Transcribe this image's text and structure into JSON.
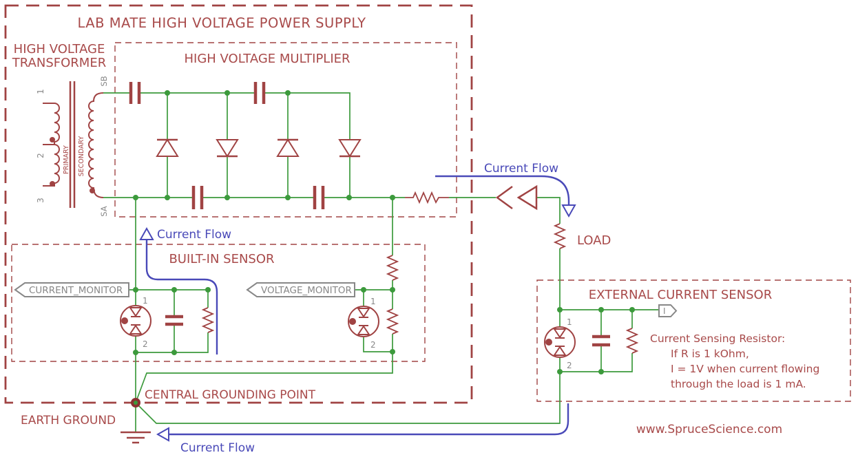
{
  "title": "LAB MATE HIGH VOLTAGE POWER SUPPLY",
  "website": "www.SpruceScience.com",
  "colors": {
    "maroon": "#a04343",
    "wire_green": "#3c9a3c",
    "blue": "#4949b8",
    "gray": "#878787"
  },
  "transformer": {
    "title_line1": "HIGH VOLTAGE",
    "title_line2": "TRANSFORMER",
    "primary_label": "PRIMARY",
    "secondary_label": "SECONDARY",
    "pin1": "1",
    "pin2": "2",
    "pin3": "3",
    "sec_pin_top": "SB",
    "sec_pin_bottom": "SA"
  },
  "multiplier": {
    "title": "HIGH VOLTAGE MULTIPLIER"
  },
  "built_in_sensor": {
    "title": "BUILT-IN SENSOR",
    "current_monitor": "CURRENT_MONITOR",
    "voltage_monitor": "VOLTAGE_MONITOR",
    "current_pin1": "1",
    "current_pin2": "2",
    "voltage_pin1": "1",
    "voltage_pin2": "2"
  },
  "external_sensor": {
    "title": "EXTERNAL CURRENT SENSOR",
    "output_tag": "I",
    "pin1": "1",
    "pin2": "2",
    "note_line1": "Current Sensing Resistor:",
    "note_line2": "If R is 1 kOhm,",
    "note_line3": "I = 1V when current flowing",
    "note_line4": "through the load is 1 mA."
  },
  "load": {
    "label": "LOAD"
  },
  "grounding": {
    "central_label": "CENTRAL GROUNDING POINT",
    "earth_label": "EARTH GROUND"
  },
  "annotations": {
    "current_flow_output": "Current Flow",
    "current_flow_sensor": "Current Flow",
    "current_flow_return": "Current Flow"
  }
}
